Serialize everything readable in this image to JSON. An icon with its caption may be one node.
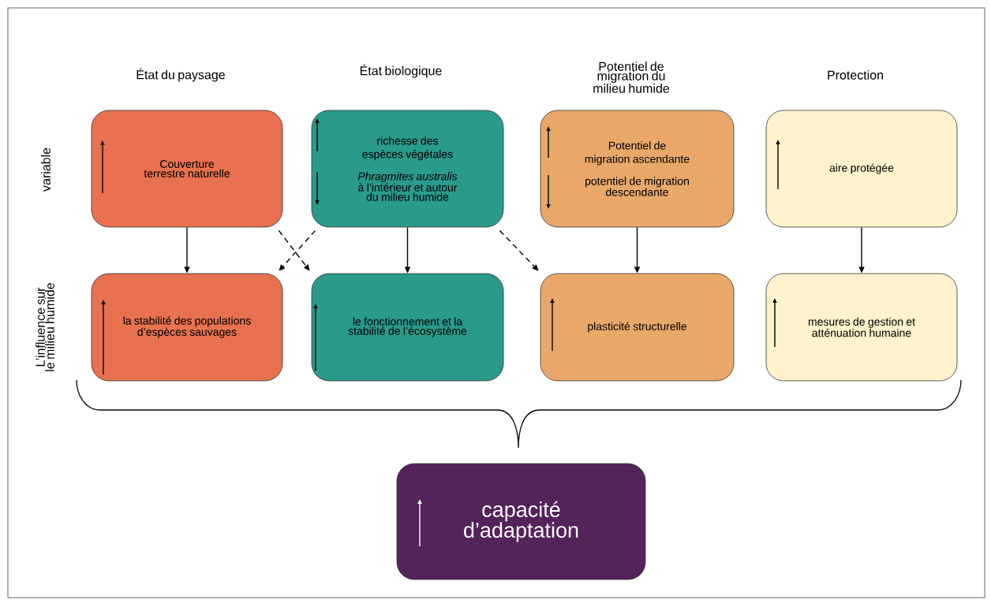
{
  "diagram": {
    "nodes": [
      {
        "text": [
          "Couverture terrestre naturelle"
        ]
      },
      {
        "text": [
          "richesse des espèces végétales",
          "*Phragmites australis* à l’intérieur et autour du milieu humide"
        ]
      },
      {
        "text": [
          "Potentiel de migration ascendante",
          "potentiel de migration descendante"
        ]
      },
      {
        "text": [
          "aire protégée"
        ]
      },
      {
        "text": [
          "la stabilité des populations d’espèces sauvages"
        ]
      },
      {
        "text": [
          "le fonctionnement  et la stabilité de l’écosystème"
        ]
      },
      {
        "text": [
          "plasticité structurelle"
        ]
      },
      {
        "text": [
          "mesures de gestion et atténuation humaine"
        ]
      },
      {
        "text": [
          "capacité d’adaptation"
        ]
      }
    ],
    "edges": [
      {
        "from": 0,
        "to": 4,
        "arrow": "to"
      },
      {
        "from": 0,
        "to": 5,
        "arrow": "to",
        "style": "dashed"
      },
      {
        "from": 1,
        "to": 4,
        "arrow": "to",
        "style": "dashed"
      },
      {
        "from": 1,
        "to": 5,
        "arrow": "to"
      },
      {
        "from": 1,
        "to": 6,
        "arrow": "to",
        "style": "dashed"
      },
      {
        "from": 2,
        "to": 6,
        "arrow": "to"
      },
      {
        "from": 3,
        "to": 7,
        "arrow": "to"
      }
    ],
    "labels": [
      "État du paysage",
      "État biologique",
      "Potentiel de migration du milieu humide",
      "Protection",
      "variable",
      "L’influence sur le milieu humide"
    ]
  }
}
